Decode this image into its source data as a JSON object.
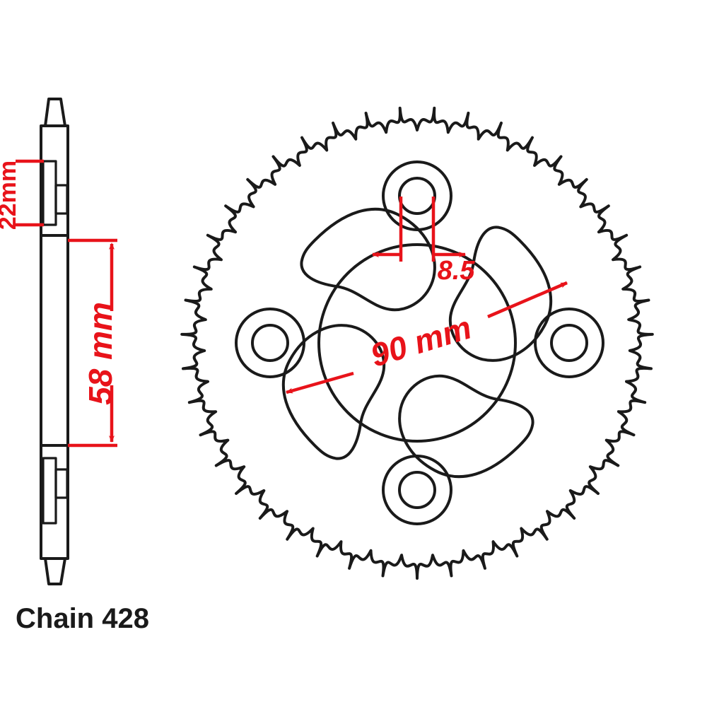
{
  "drawing": {
    "title": "Motorcycle rear sprocket technical drawing",
    "background_color": "#ffffff",
    "line_color": "#1a1a1a",
    "dimension_color": "#e8131a"
  },
  "caption": {
    "text": "Chain 428"
  },
  "dimensions": {
    "thickness": {
      "label": "22mm",
      "orientation": "vertical-rotated",
      "color": "#e8131a",
      "view": "side-section"
    },
    "bolt_circle": {
      "label": "58 mm",
      "orientation": "vertical-rotated",
      "color": "#e8131a",
      "view": "side-section"
    },
    "bolt_hole": {
      "label": "8.5",
      "orientation": "horizontal",
      "color": "#e8131a",
      "view": "face"
    },
    "center_bore": {
      "label": "90 mm",
      "orientation": "diagonal",
      "color": "#e8131a",
      "view": "face"
    }
  },
  "face_view": {
    "name": "sprocket-face-view",
    "teeth_count": 43,
    "bolt_holes": 4,
    "lightening_slots": 4
  },
  "side_view": {
    "name": "sprocket-side-section-view",
    "hatched_sections": 2
  }
}
